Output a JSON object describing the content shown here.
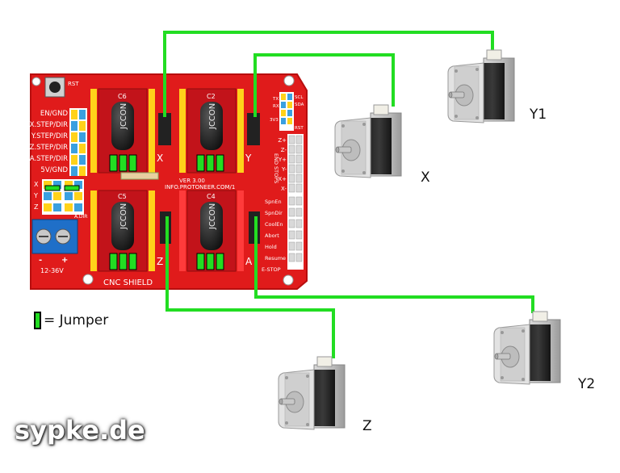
{
  "colors": {
    "wire": "#22dd22",
    "board": "#e01b1b",
    "pin_yellow": "#ffd21a",
    "pin_red": "#ff3b3b"
  },
  "board": {
    "left_pins": [
      "EN/GND",
      "X.STEP/DIR",
      "Y.STEP/DIR",
      "Z.STEP/DIR",
      "A.STEP/DIR",
      "5V/GND"
    ],
    "right_header": [
      "Z+",
      "Z-",
      "Y+",
      "Y-",
      "X+",
      "X-"
    ],
    "end_stops": "END STOPS",
    "spindle_labels": [
      "SpnEn",
      "SpnDir",
      "CoolEn",
      "Abort",
      "Hold",
      "Resume",
      "E-STOP"
    ],
    "driver_labels": [
      "X",
      "Y",
      "Z",
      "A"
    ],
    "cap_text": "JCCON",
    "ver_text": "VER 3.00",
    "url_text": "INFO.PROTONEER.COM/1",
    "name": "CNC SHIELD",
    "power": "12-36V",
    "power_minus": "-",
    "power_plus": "+",
    "adir": "A.DIR",
    "rst": "RST",
    "xyz_mini": [
      "X",
      "Y",
      "Z"
    ],
    "io_labels": [
      "SCL",
      "SDA",
      "TX",
      "RX",
      "3V3",
      "RST"
    ],
    "c_labels": [
      "C6",
      "C2",
      "C5",
      "C4"
    ]
  },
  "motors": [
    {
      "id": "x",
      "label": "X"
    },
    {
      "id": "y1",
      "label": "Y1"
    },
    {
      "id": "y2",
      "label": "Y2"
    },
    {
      "id": "z",
      "label": "Z"
    }
  ],
  "legend": {
    "text": "= Jumper"
  },
  "watermark": "sypke.de"
}
